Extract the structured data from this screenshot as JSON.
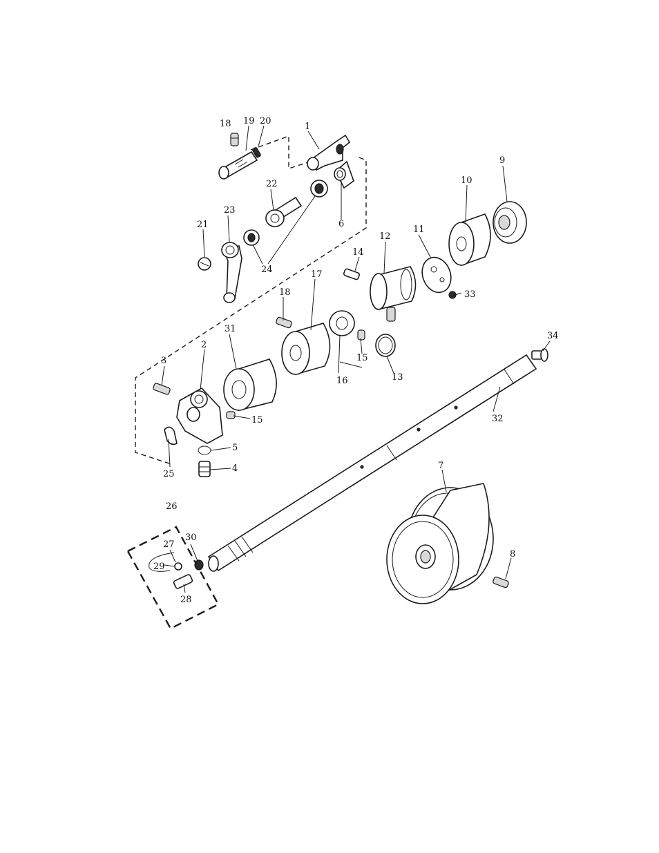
{
  "callouts": [
    {
      "id": "c1",
      "text": "1"
    },
    {
      "id": "c2",
      "text": "2"
    },
    {
      "id": "c3",
      "text": "3"
    },
    {
      "id": "c4",
      "text": "4"
    },
    {
      "id": "c5",
      "text": "5"
    },
    {
      "id": "c6",
      "text": "6"
    },
    {
      "id": "c7",
      "text": "7"
    },
    {
      "id": "c8",
      "text": "8"
    },
    {
      "id": "c9",
      "text": "9"
    },
    {
      "id": "c10",
      "text": "10"
    },
    {
      "id": "c11",
      "text": "11"
    },
    {
      "id": "c12",
      "text": "12"
    },
    {
      "id": "c13",
      "text": "13"
    },
    {
      "id": "c14",
      "text": "14"
    },
    {
      "id": "c15a",
      "text": "15"
    },
    {
      "id": "c15b",
      "text": "15"
    },
    {
      "id": "c16",
      "text": "16"
    },
    {
      "id": "c17",
      "text": "17"
    },
    {
      "id": "c18a",
      "text": "18"
    },
    {
      "id": "c18b",
      "text": "18"
    },
    {
      "id": "c19",
      "text": "19"
    },
    {
      "id": "c20",
      "text": "20"
    },
    {
      "id": "c21",
      "text": "21"
    },
    {
      "id": "c22",
      "text": "22"
    },
    {
      "id": "c23",
      "text": "23"
    },
    {
      "id": "c24",
      "text": "24"
    },
    {
      "id": "c25",
      "text": "25"
    },
    {
      "id": "c26",
      "text": "26"
    },
    {
      "id": "c27",
      "text": "27"
    },
    {
      "id": "c28",
      "text": "28"
    },
    {
      "id": "c29",
      "text": "29"
    },
    {
      "id": "c30",
      "text": "30"
    },
    {
      "id": "c31",
      "text": "31"
    },
    {
      "id": "c32",
      "text": "32"
    },
    {
      "id": "c33",
      "text": "33"
    },
    {
      "id": "c34",
      "text": "34"
    }
  ]
}
